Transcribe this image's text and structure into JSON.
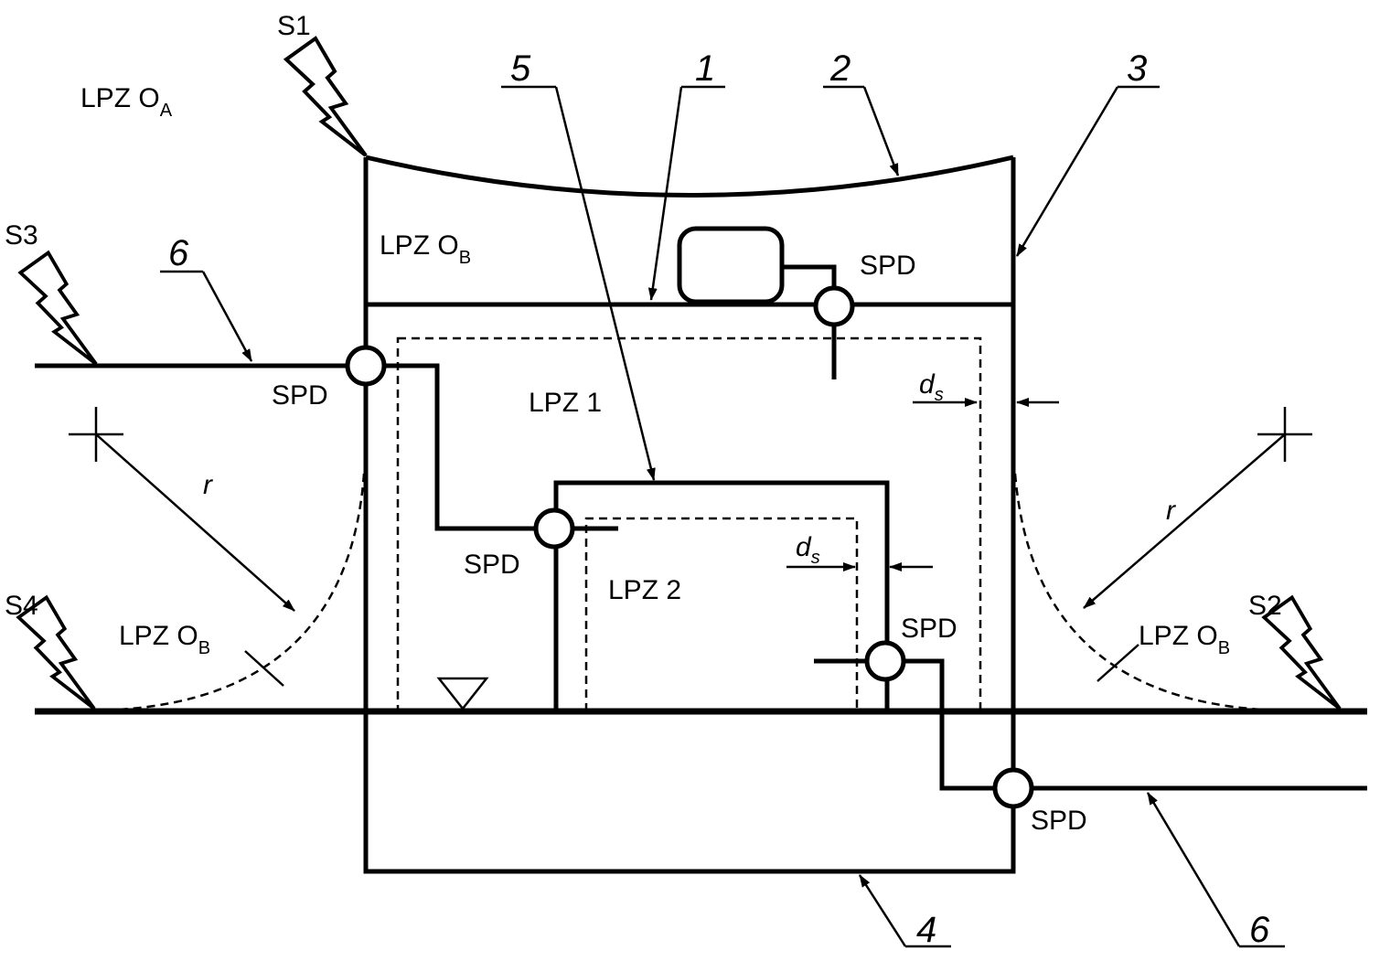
{
  "labels": {
    "lpz0a": "LPZ O",
    "lpz0a_sub": "A",
    "lpz0b_top": "LPZ O",
    "lpz0b_top_sub": "B",
    "lpz0b_left": "LPZ O",
    "lpz0b_left_sub": "B",
    "lpz0b_right": "LPZ O",
    "lpz0b_right_sub": "B",
    "lpz1": "LPZ 1",
    "lpz2": "LPZ 2",
    "spd_roof": "SPD",
    "spd_left": "SPD",
    "spd_lpz2_in": "SPD",
    "spd_lpz2_out": "SPD",
    "spd_bottom": "SPD",
    "s1": "S1",
    "s2": "S2",
    "s3": "S3",
    "s4": "S4",
    "r_left": "r",
    "r_right": "r",
    "ds_top": "d",
    "ds_top_sub": "s",
    "ds_bottom": "d",
    "ds_bottom_sub": "s"
  },
  "callouts": {
    "n1": "1",
    "n2": "2",
    "n3": "3",
    "n4": "4",
    "n5": "5",
    "n6_left": "6",
    "n6_right": "6"
  }
}
